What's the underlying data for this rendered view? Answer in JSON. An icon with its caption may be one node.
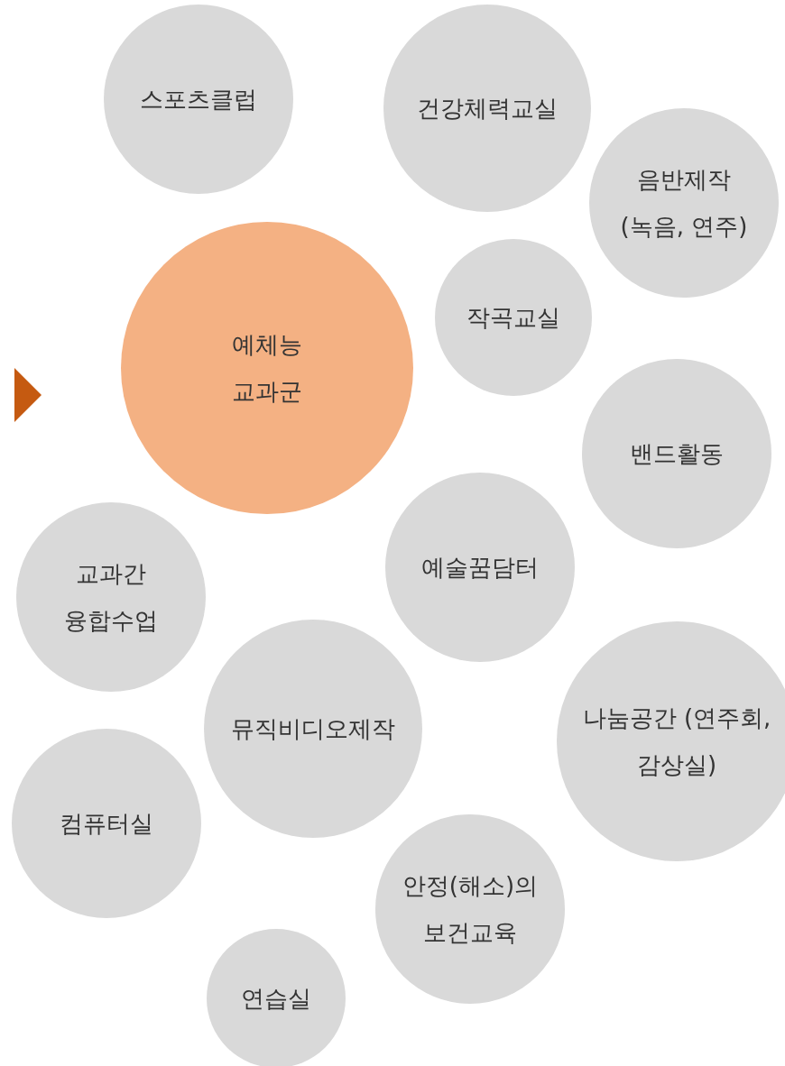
{
  "diagram": {
    "nodes": [
      {
        "text": [
          "스포츠클럽"
        ]
      },
      {
        "text": [
          "건강체력교실"
        ]
      },
      {
        "text": [
          "음반제작 (녹음, 연주)"
        ]
      },
      {
        "text": [
          "작곡교실"
        ]
      },
      {
        "text": [
          "예체능 교과군"
        ]
      },
      {
        "text": [
          "밴드활동"
        ]
      },
      {
        "text": [
          "예술꿈담터"
        ]
      },
      {
        "text": [
          "교과간 융합수업"
        ]
      },
      {
        "text": [
          "뮤직비디오제작"
        ]
      },
      {
        "text": [
          "나눔공간 (연주회, 감상실)"
        ]
      },
      {
        "text": [
          "컴퓨터실"
        ]
      },
      {
        "text": [
          "안정(해소)의 보건교육"
        ]
      },
      {
        "text": [
          "연습실"
        ]
      }
    ]
  }
}
